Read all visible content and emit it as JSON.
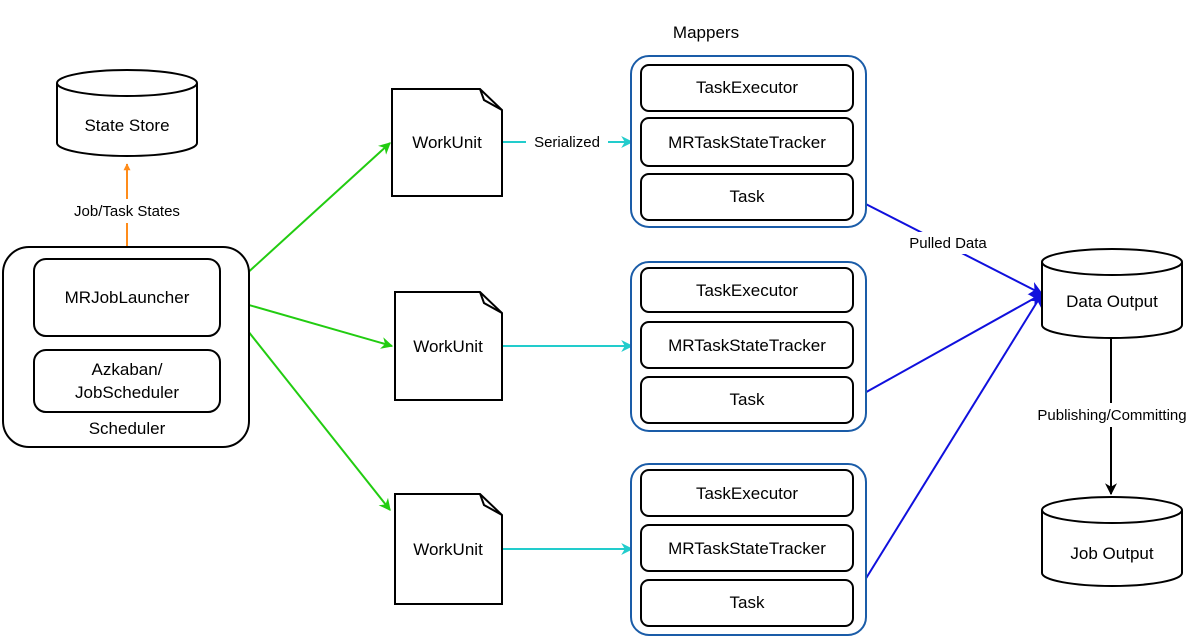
{
  "title": "Mappers",
  "scheduler": {
    "label": "Scheduler",
    "launcher": "MRJobLauncher",
    "azkaban_line1": "Azkaban/",
    "azkaban_line2": "JobScheduler"
  },
  "state_store": "State Store",
  "job_task_states": "Job/Task States",
  "workunits": [
    "WorkUnit",
    "WorkUnit",
    "WorkUnit"
  ],
  "serialized_label": "Serialized",
  "mappers": [
    {
      "executor": "TaskExecutor",
      "tracker": "MRTaskStateTracker",
      "task": "Task"
    },
    {
      "executor": "TaskExecutor",
      "tracker": "MRTaskStateTracker",
      "task": "Task"
    },
    {
      "executor": "TaskExecutor",
      "tracker": "MRTaskStateTracker",
      "task": "Task"
    }
  ],
  "pulled_data_label": "Pulled Data",
  "data_output": "Data Output",
  "publishing_label": "Publishing/Committing",
  "job_output": "Job Output",
  "colors": {
    "orange": "#ff8c1a",
    "green": "#22cc11",
    "cyan": "#22cccc",
    "blue": "#1010dd",
    "mapper_border": "#1a5ca8",
    "black": "#000000"
  }
}
